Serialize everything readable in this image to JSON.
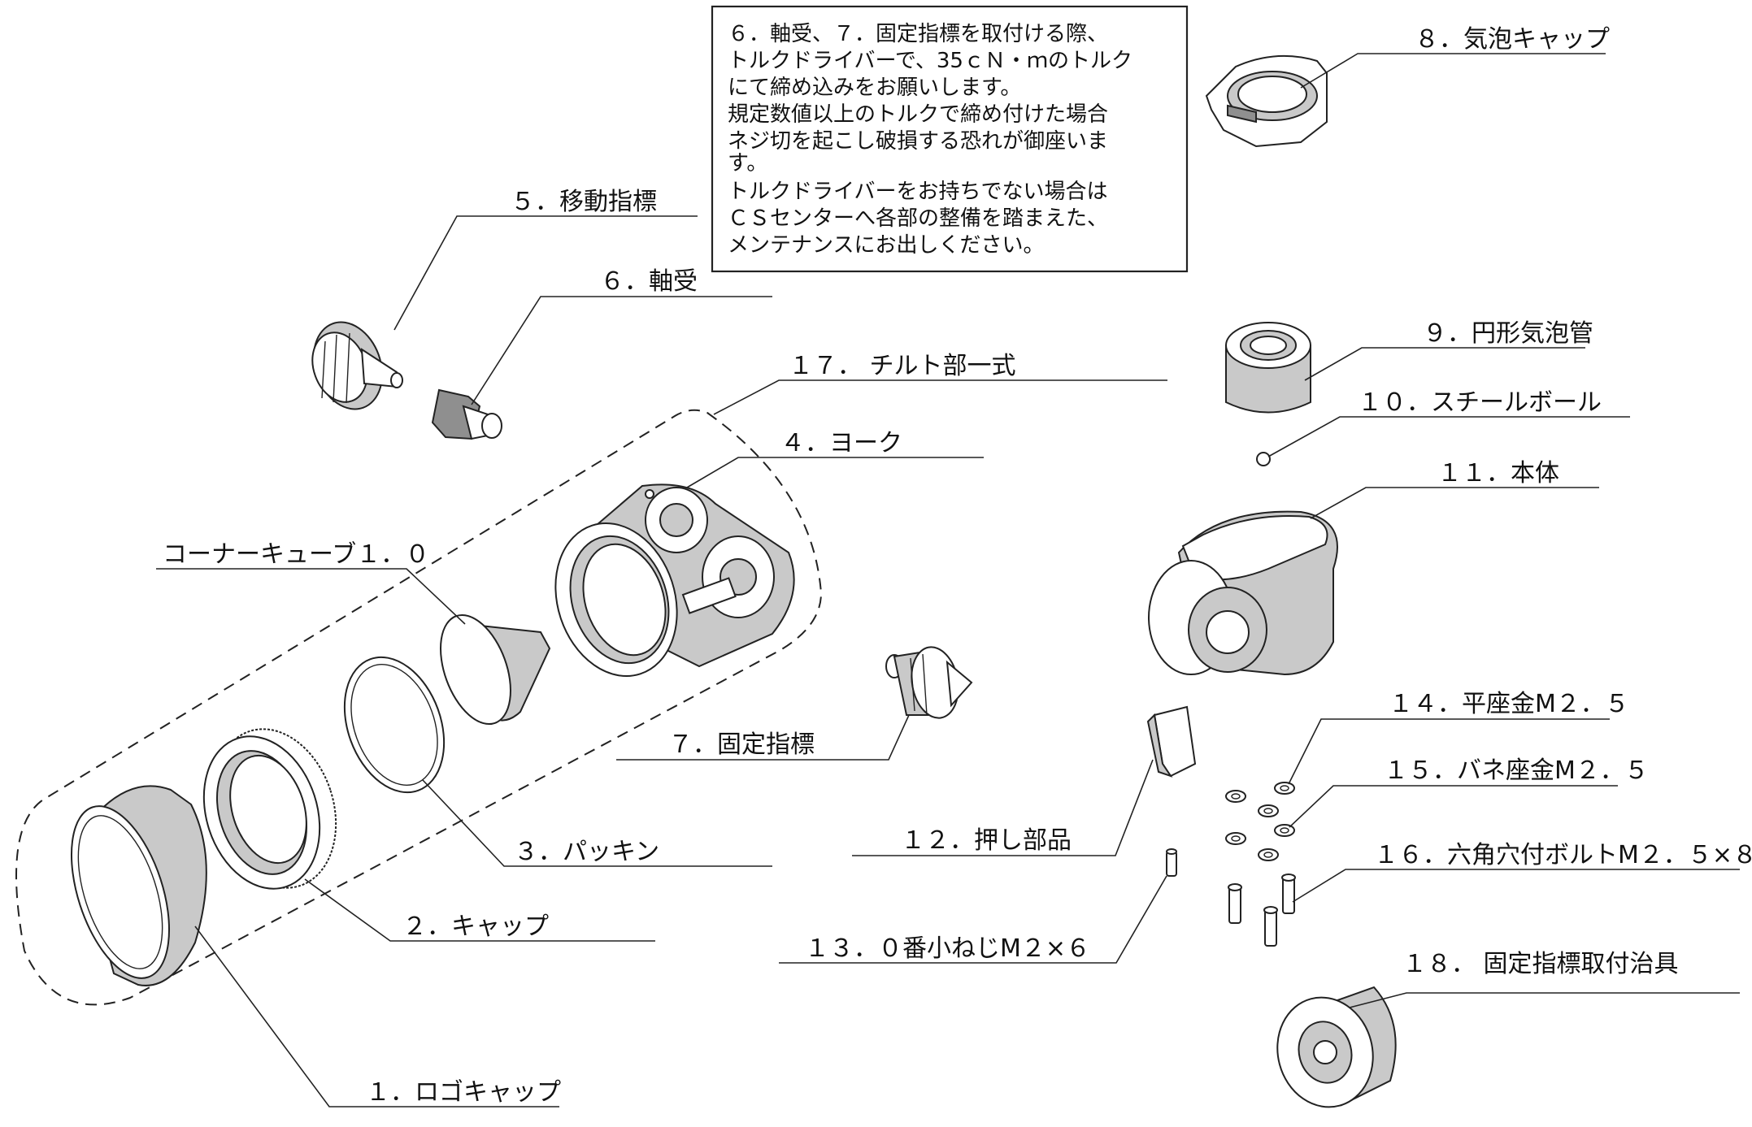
{
  "notice": {
    "lines": [
      "６．軸受、７．固定指標を取付ける際、",
      "トルクドライバーで、35ｃＮ・ｍのトルク",
      "にて締め込みをお願いします。",
      "規定数値以上のトルクで締め付けた場合",
      "ネジ切を起こし破損する恐れが御座いま",
      "す。",
      "トルクドライバーをお持ちでない場合は",
      "ＣＳセンターへ各部の整備を踏まえた、",
      "メンテナンスにお出しください。"
    ]
  },
  "labels": {
    "p1": "１．ロゴキャップ",
    "p2": "２．キャップ",
    "p3": "３．パッキン",
    "p4": "４．ヨーク",
    "p5": "５．移動指標",
    "p6": "６．軸受",
    "p7": "７．固定指標",
    "p8": "８．気泡キャップ",
    "p9": "９．円形気泡管",
    "p10": "１０．スチールボール",
    "p11": "１１．本体",
    "p12": "１２．押し部品",
    "p13": "１３．０番小ねじM２×６",
    "p14": "１４．平座金M２．５",
    "p15": "１５．バネ座金M２．５",
    "p16": "１６．六角穴付ボルトM２．５×８",
    "p17": "１７． チルト部一式",
    "p18": "１８． 固定指標取付治具",
    "corner": "コーナーキューブ１．０"
  }
}
